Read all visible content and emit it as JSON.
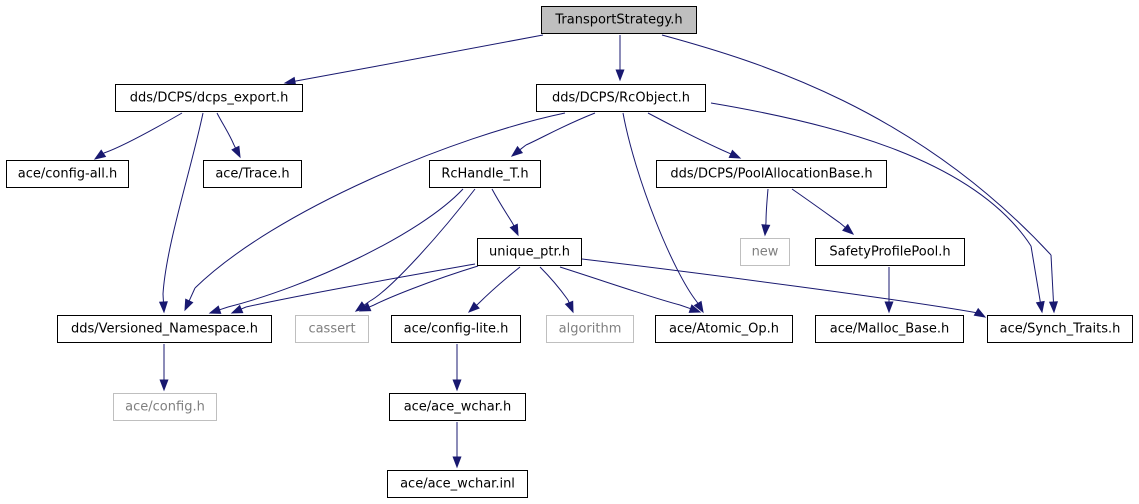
{
  "graph": {
    "edge_color": "#191970",
    "nodes": [
      {
        "id": "n_root",
        "label": "TransportStrategy.h",
        "style": "root"
      },
      {
        "id": "n_dcps_export",
        "label": "dds/DCPS/dcps_export.h",
        "style": "normal"
      },
      {
        "id": "n_rcobject",
        "label": "dds/DCPS/RcObject.h",
        "style": "normal"
      },
      {
        "id": "n_config_all",
        "label": "ace/config-all.h",
        "style": "normal"
      },
      {
        "id": "n_trace",
        "label": "ace/Trace.h",
        "style": "normal"
      },
      {
        "id": "n_rchandle",
        "label": "RcHandle_T.h",
        "style": "normal"
      },
      {
        "id": "n_poolalloc",
        "label": "dds/DCPS/PoolAllocationBase.h",
        "style": "normal"
      },
      {
        "id": "n_unique_ptr",
        "label": "unique_ptr.h",
        "style": "normal"
      },
      {
        "id": "n_new",
        "label": "new",
        "style": "external"
      },
      {
        "id": "n_safetyprofile",
        "label": "SafetyProfilePool.h",
        "style": "normal"
      },
      {
        "id": "n_versioned",
        "label": "dds/Versioned_Namespace.h",
        "style": "normal"
      },
      {
        "id": "n_cassert",
        "label": "cassert",
        "style": "external"
      },
      {
        "id": "n_config_lite",
        "label": "ace/config-lite.h",
        "style": "normal"
      },
      {
        "id": "n_algorithm",
        "label": "algorithm",
        "style": "external"
      },
      {
        "id": "n_atomic_op",
        "label": "ace/Atomic_Op.h",
        "style": "normal"
      },
      {
        "id": "n_malloc_base",
        "label": "ace/Malloc_Base.h",
        "style": "normal"
      },
      {
        "id": "n_synch_traits",
        "label": "ace/Synch_Traits.h",
        "style": "normal"
      },
      {
        "id": "n_config_h",
        "label": "ace/config.h",
        "style": "external"
      },
      {
        "id": "n_ace_wchar_h",
        "label": "ace/ace_wchar.h",
        "style": "normal"
      },
      {
        "id": "n_ace_wchar_inl",
        "label": "ace/ace_wchar.inl",
        "style": "normal"
      }
    ],
    "edges": [
      {
        "from": "n_root",
        "to": "n_dcps_export"
      },
      {
        "from": "n_root",
        "to": "n_rcobject"
      },
      {
        "from": "n_root",
        "to": "n_synch_traits"
      },
      {
        "from": "n_dcps_export",
        "to": "n_config_all"
      },
      {
        "from": "n_dcps_export",
        "to": "n_trace"
      },
      {
        "from": "n_dcps_export",
        "to": "n_versioned"
      },
      {
        "from": "n_rcobject",
        "to": "n_rchandle"
      },
      {
        "from": "n_rcobject",
        "to": "n_poolalloc"
      },
      {
        "from": "n_rcobject",
        "to": "n_versioned"
      },
      {
        "from": "n_rcobject",
        "to": "n_atomic_op"
      },
      {
        "from": "n_rcobject",
        "to": "n_synch_traits"
      },
      {
        "from": "n_rchandle",
        "to": "n_unique_ptr"
      },
      {
        "from": "n_rchandle",
        "to": "n_versioned"
      },
      {
        "from": "n_rchandle",
        "to": "n_cassert"
      },
      {
        "from": "n_poolalloc",
        "to": "n_new"
      },
      {
        "from": "n_poolalloc",
        "to": "n_safetyprofile"
      },
      {
        "from": "n_unique_ptr",
        "to": "n_versioned"
      },
      {
        "from": "n_unique_ptr",
        "to": "n_cassert"
      },
      {
        "from": "n_unique_ptr",
        "to": "n_config_lite"
      },
      {
        "from": "n_unique_ptr",
        "to": "n_algorithm"
      },
      {
        "from": "n_unique_ptr",
        "to": "n_atomic_op"
      },
      {
        "from": "n_unique_ptr",
        "to": "n_synch_traits"
      },
      {
        "from": "n_safetyprofile",
        "to": "n_malloc_base"
      },
      {
        "from": "n_versioned",
        "to": "n_config_h"
      },
      {
        "from": "n_config_lite",
        "to": "n_ace_wchar_h"
      },
      {
        "from": "n_ace_wchar_h",
        "to": "n_ace_wchar_inl"
      }
    ]
  }
}
